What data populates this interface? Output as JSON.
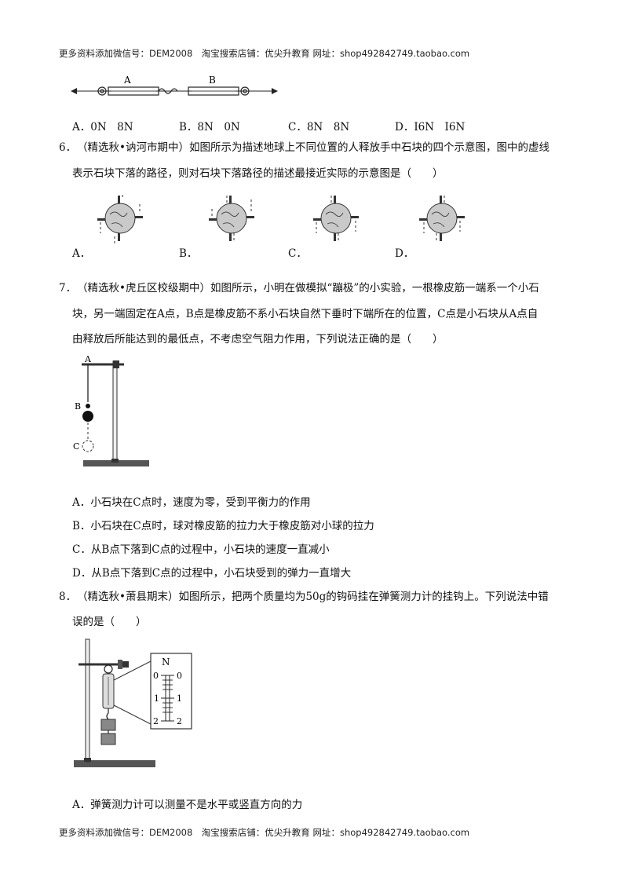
{
  "header": {
    "text": "更多资料添加微信号：DEM2008　淘宝搜索店铺：优尖升教育 网址：shop492842749.taobao.com"
  },
  "footer": {
    "text": "更多资料添加微信号：DEM2008　淘宝搜索店铺：优尖升教育 网址：shop492842749.taobao.com"
  },
  "q5": {
    "figure_labels": [
      "A",
      "B"
    ],
    "options": [
      "A．0N　8N",
      "B．8N　0N",
      "C．8N　8N",
      "D．I6N　I6N"
    ]
  },
  "q6": {
    "number": "6．",
    "line1": "（精选秋•讷河市期中）如图所示为描述地球上不同位置的人释放手中石块的四个示意图，图中的虚线",
    "line2": "表示石块下落的路径，则对石块下落路径的描述最接近实际的示意图是（　　）",
    "figure_labels": [
      "A．",
      "B．",
      "C．",
      "D．"
    ]
  },
  "q7": {
    "number": "7．",
    "line1": "（精选秋•虎丘区校级期中）如图所示，小明在做模拟“蹦极”的小实验，一根橡皮筋一端系一个小石",
    "line2": "块，另一端固定在A点，B点是橡皮筋不系小石块自然下垂时下端所在的位置，C点是小石块从A点自",
    "line3": "由释放后所能达到的最低点，不考虑空气阻力作用，下列说法正确的是（　　）",
    "figure_labels": [
      "A",
      "B",
      "C"
    ],
    "options": [
      "A．小石块在C点时，速度为零，受到平衡力的作用",
      "B．小石块在C点时，球对橡皮筋的拉力大于橡皮筋对小球的拉力",
      "C．从B点下落到C点的过程中，小石块的速度一直减小",
      "D．从B点下落到C点的过程中，小石块受到的弹力一直增大"
    ]
  },
  "q8": {
    "number": "8．",
    "line1": "（精选秋•萧县期末）如图所示，把两个质量均为50g的钩码挂在弹簧测力计的挂钩上。下列说法中错",
    "line2": "误的是（　　）",
    "scale_unit": "N",
    "scale_ticks": [
      "0",
      "1",
      "2"
    ],
    "options": [
      "A．弹簧测力计可以测量不是水平或竖直方向的力"
    ]
  }
}
